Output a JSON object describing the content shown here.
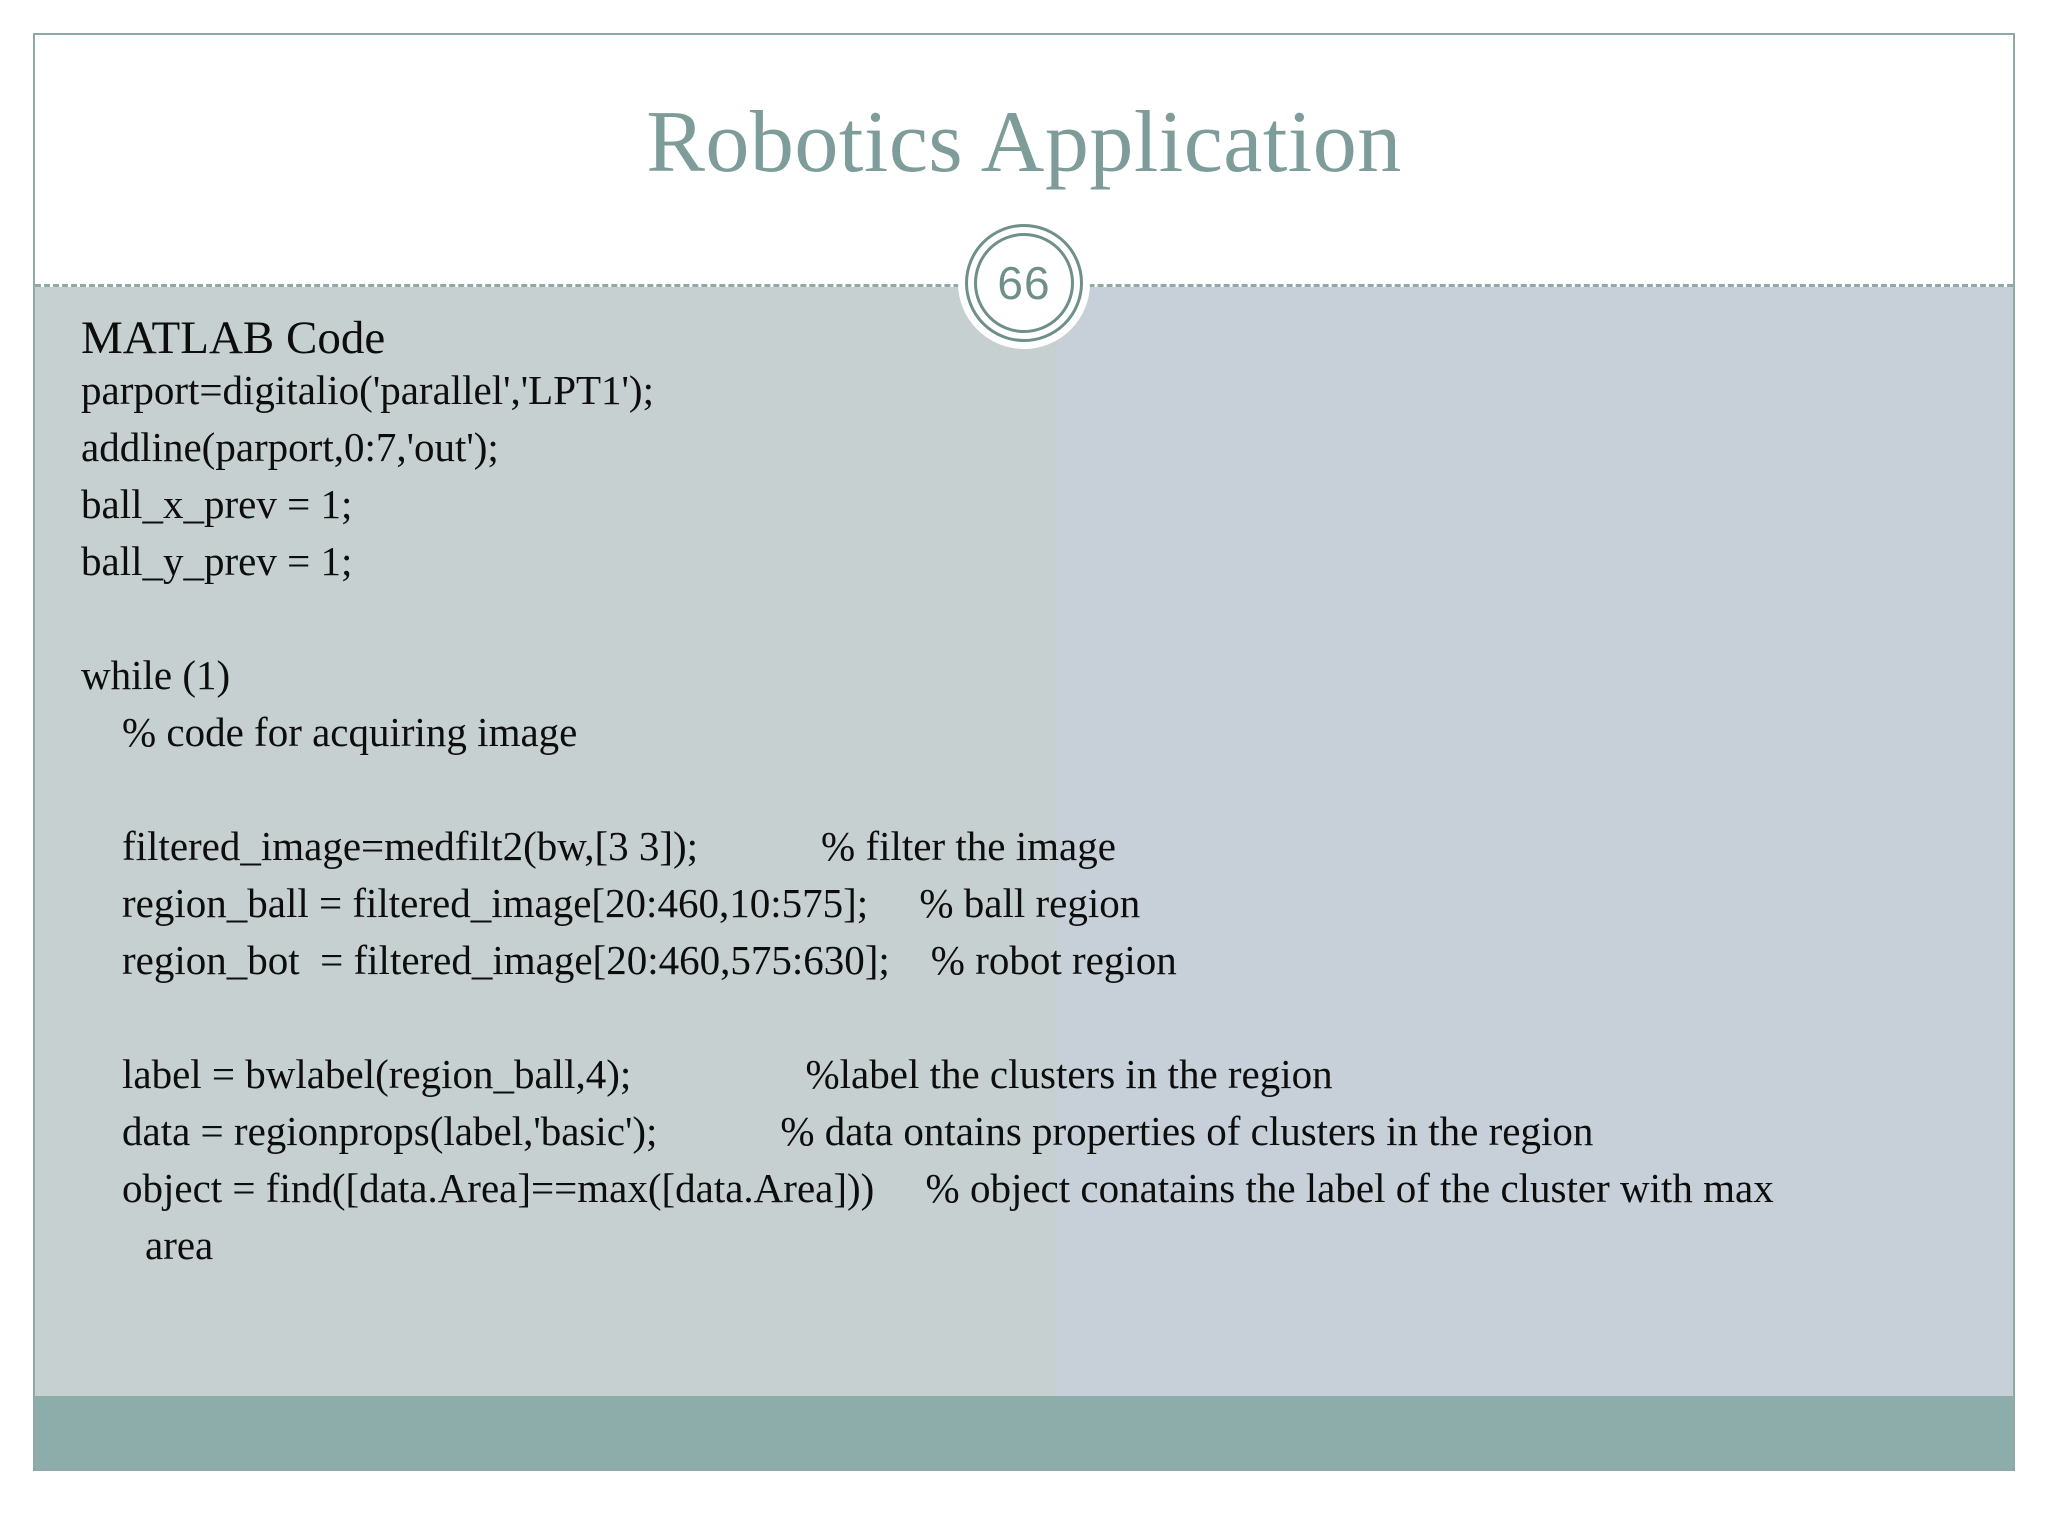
{
  "slide": {
    "title": "Robotics Application",
    "page_number": "66",
    "theme": {
      "title_color": "#7e9c99",
      "body_background": "#c6d0d1",
      "body_background_right": "#c7d0d8",
      "footer_bar_color": "#8dadab",
      "border_color": "#8fa9a6",
      "badge_color": "#6f8f8a",
      "text_color": "#0d0d0d"
    }
  },
  "content": {
    "heading": "MATLAB Code",
    "code_lines": [
      {
        "text": "parport=digitalio('parallel','LPT1');",
        "indent": 0
      },
      {
        "text": "addline(parport,0:7,'out');",
        "indent": 0
      },
      {
        "text": "ball_x_prev = 1;",
        "indent": 0
      },
      {
        "text": "ball_y_prev = 1;",
        "indent": 0
      },
      {
        "text": "",
        "indent": 0
      },
      {
        "text": "while (1)",
        "indent": 0
      },
      {
        "text": "% code for acquiring image",
        "indent": 1
      },
      {
        "text": "",
        "indent": 0
      },
      {
        "text": "filtered_image=medfilt2(bw,[3 3]);            % filter the image",
        "indent": 1
      },
      {
        "text": "region_ball = filtered_image[20:460,10:575];     % ball region",
        "indent": 1
      },
      {
        "text": "region_bot  = filtered_image[20:460,575:630];    % robot region",
        "indent": 1
      },
      {
        "text": "",
        "indent": 0
      },
      {
        "text": "label = bwlabel(region_ball,4);                 %label the clusters in the region",
        "indent": 1
      },
      {
        "text": "data = regionprops(label,'basic');            % data ontains properties of clusters in the region",
        "indent": 1
      },
      {
        "text": "object = find([data.Area]==max([data.Area]))     % object conatains the label of the cluster with max",
        "indent": 1
      },
      {
        "text": "area",
        "indent": 2
      }
    ]
  }
}
